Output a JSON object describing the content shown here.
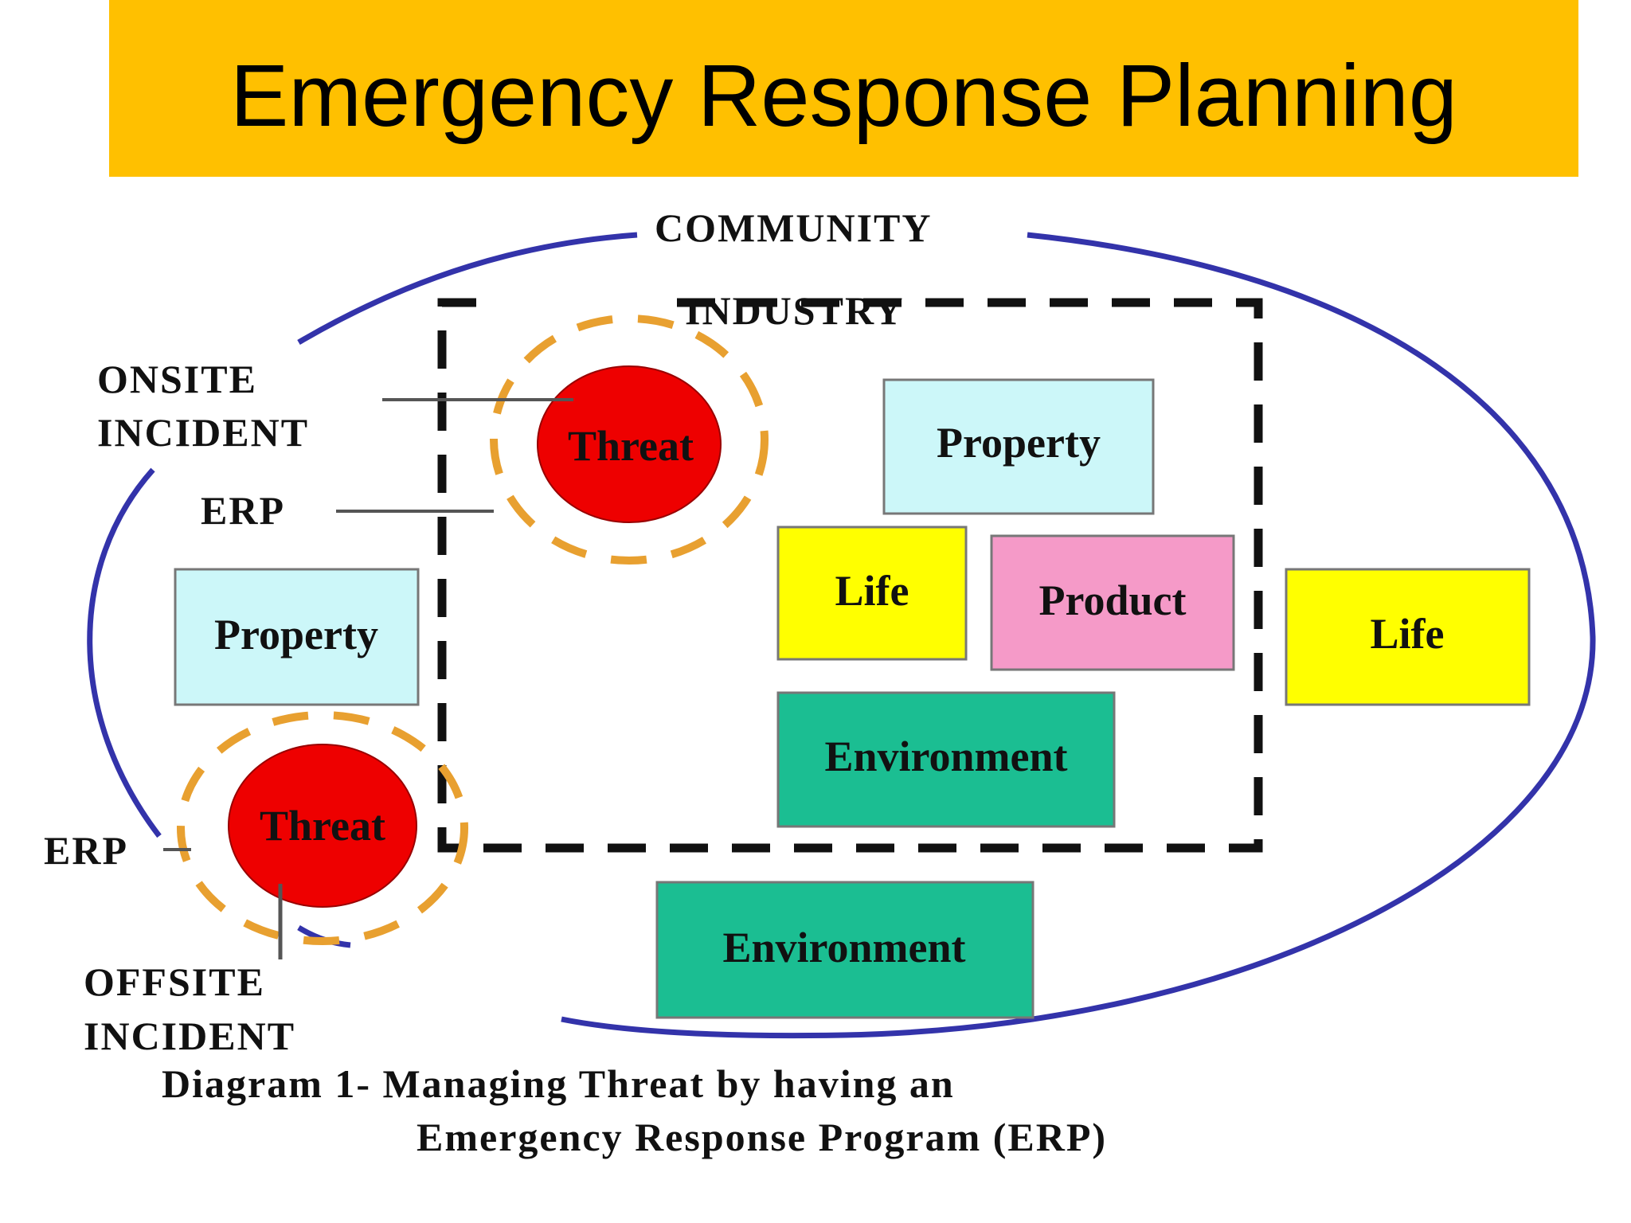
{
  "title": "Emergency Response Planning",
  "diagram": {
    "community_label": "COMMUNITY",
    "industry_label": "INDUSTRY",
    "onsite_label_line1": "ONSITE",
    "onsite_label_line2": "INCIDENT",
    "erp_onsite_label": "ERP",
    "erp_offsite_label": "ERP",
    "offsite_label_line1": "OFFSITE",
    "offsite_label_line2": "INCIDENT",
    "threat_onsite": "Threat",
    "threat_offsite": "Threat",
    "boxes": {
      "property_industry": "Property",
      "life_industry": "Life",
      "product_industry": "Product",
      "environment_industry": "Environment",
      "property_community": "Property",
      "life_community": "Life",
      "environment_community": "Environment"
    },
    "caption_line1": "Diagram 1- Managing Threat by having an",
    "caption_line2": "Emergency Response Program (ERP)"
  },
  "colors": {
    "title_bg": "#FFC000",
    "community_ellipse": "#3333AA",
    "threat_fill": "#EE0000",
    "erp_ring": "#E8A030",
    "property_fill": "#CCF7F9",
    "life_fill": "#FFFF00",
    "product_fill": "#F59AC8",
    "environment_fill": "#1BBE92"
  }
}
